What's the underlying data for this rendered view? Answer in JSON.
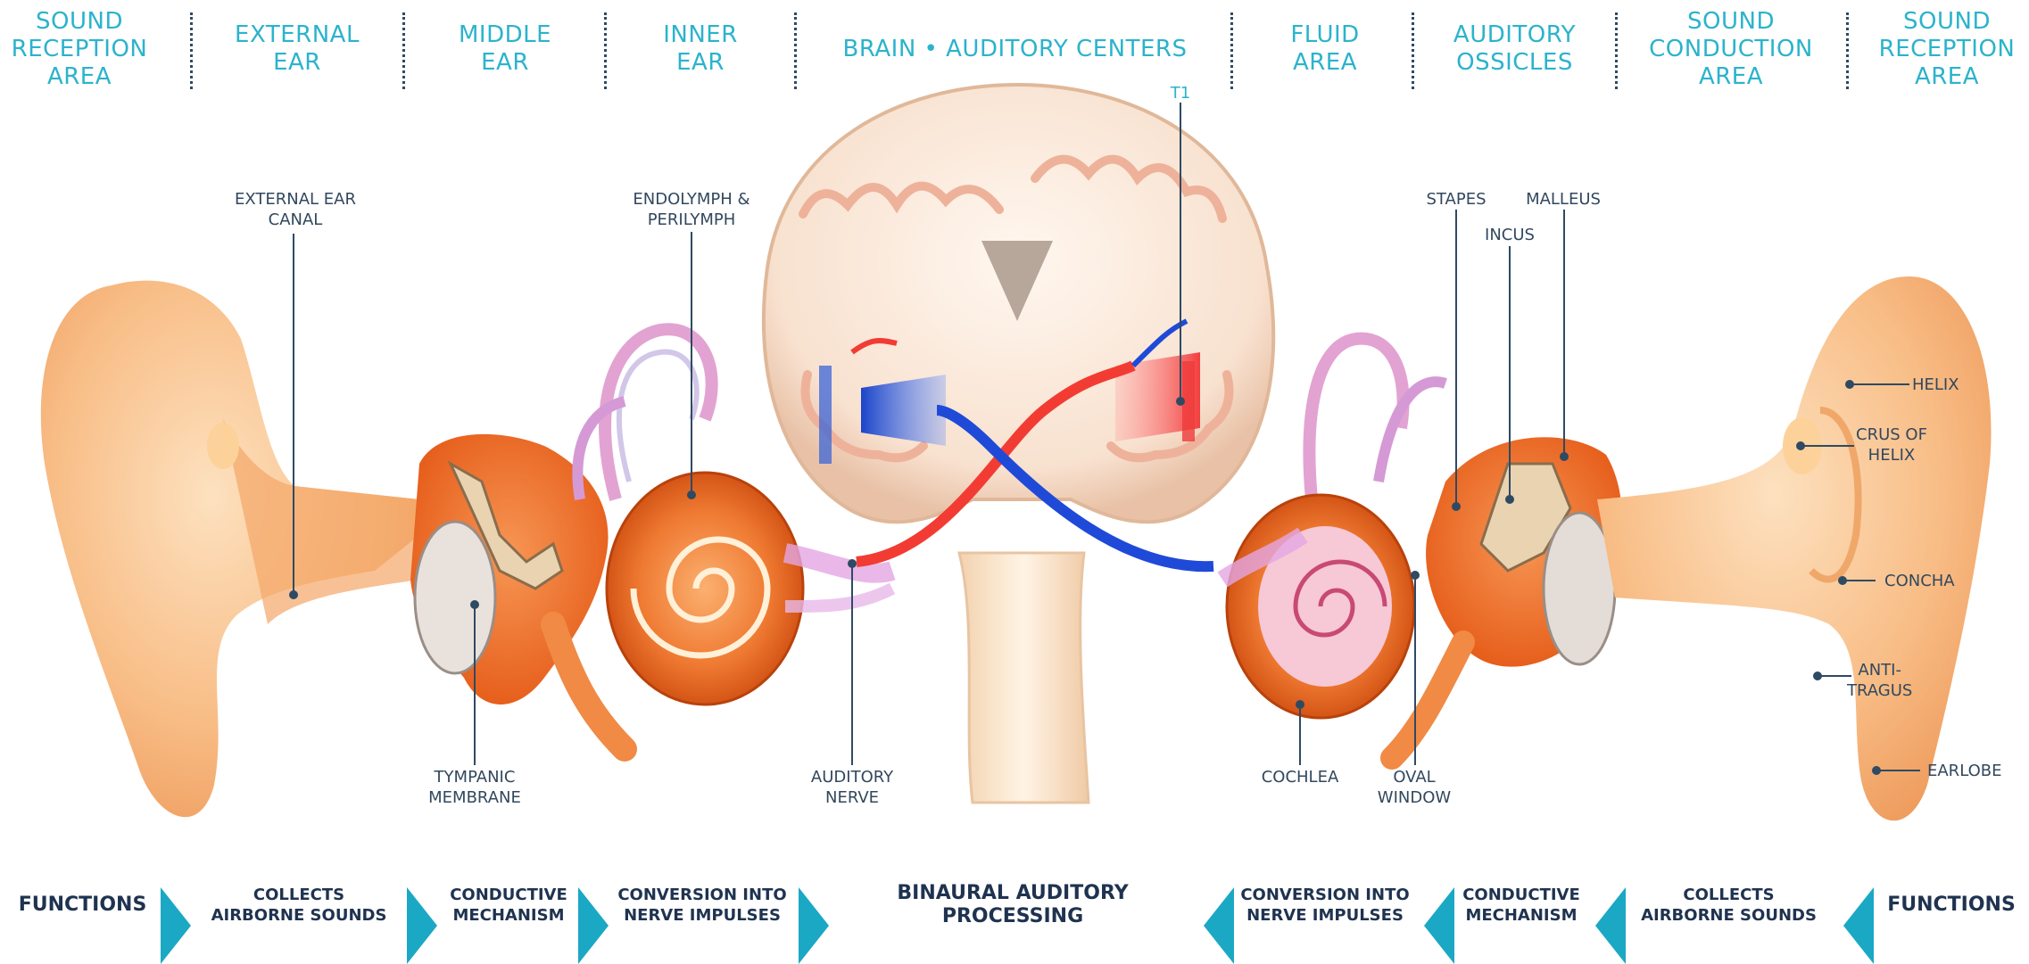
{
  "header": [
    {
      "id": "sound-reception-area-left",
      "text": "SOUND\nRECEPTION\nAREA"
    },
    {
      "id": "external-ear",
      "text": "EXTERNAL\nEAR"
    },
    {
      "id": "middle-ear",
      "text": "MIDDLE\nEAR"
    },
    {
      "id": "inner-ear",
      "text": "INNER\nEAR"
    },
    {
      "id": "brain-auditory-centers",
      "text": "BRAIN • AUDITORY CENTERS"
    },
    {
      "id": "fluid-area",
      "text": "FLUID\nAREA"
    },
    {
      "id": "auditory-ossicles",
      "text": "AUDITORY\nOSSICLES"
    },
    {
      "id": "sound-conduction-area",
      "text": "SOUND\nCONDUCTION\nAREA"
    },
    {
      "id": "sound-reception-area-right",
      "text": "SOUND\nRECEPTION\nAREA"
    }
  ],
  "labels": {
    "external_ear_canal": "EXTERNAL EAR\nCANAL",
    "endolymph_perilymph": "ENDOLYMPH &\nPERILYMPH",
    "t1": "T1",
    "stapes": "STAPES",
    "malleus": "MALLEUS",
    "incus": "INCUS",
    "helix": "HELIX",
    "crus_of_helix": "CRUS OF\nHELIX",
    "concha": "CONCHA",
    "anti_tragus": "ANTI-\nTRAGUS",
    "earlobe": "EARLOBE",
    "tympanic_membrane": "TYMPANIC\nMEMBRANE",
    "auditory_nerve": "AUDITORY\nNERVE",
    "cochlea": "COCHLEA",
    "oval_window": "OVAL\nWINDOW"
  },
  "functions": [
    {
      "id": "functions-left",
      "text": "FUNCTIONS"
    },
    {
      "id": "collects-airborne-left",
      "text": "COLLECTS\nAIRBORNE SOUNDS"
    },
    {
      "id": "conductive-left",
      "text": "CONDUCTIVE\nMECHANISM"
    },
    {
      "id": "conversion-left",
      "text": "CONVERSION INTO\nNERVE IMPULSES"
    },
    {
      "id": "binaural",
      "text": "BINAURAL AUDITORY PROCESSING"
    },
    {
      "id": "conversion-right",
      "text": "CONVERSION INTO\nNERVE IMPULSES"
    },
    {
      "id": "conductive-right",
      "text": "CONDUCTIVE\nMECHANISM"
    },
    {
      "id": "collects-airborne-right",
      "text": "COLLECTS\nAIRBORNE SOUNDS"
    },
    {
      "id": "functions-right",
      "text": "FUNCTIONS"
    }
  ],
  "colors": {
    "accent": "#2bb3cc",
    "navy": "#1f3350",
    "label": "#32485e",
    "skin": "#f6b983",
    "orange": "#f0702a"
  }
}
